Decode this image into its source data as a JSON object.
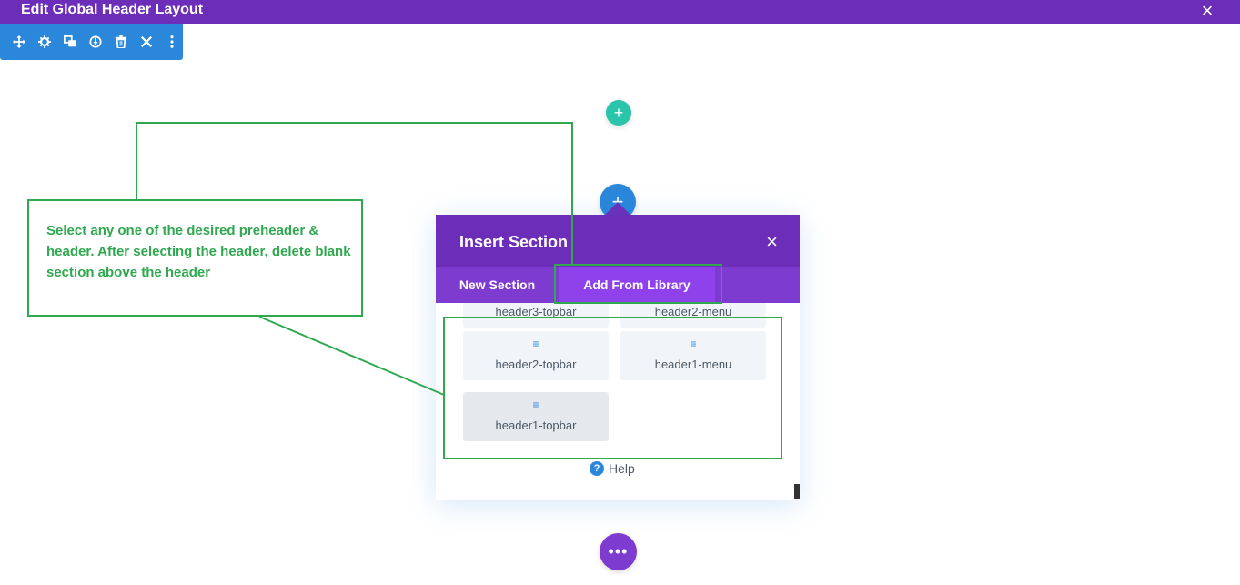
{
  "window": {
    "title": "Edit Global Header Layout",
    "close_icon": "×"
  },
  "section_toolbar": {
    "tools": [
      {
        "name": "move-icon"
      },
      {
        "name": "gear-icon"
      },
      {
        "name": "duplicate-icon"
      },
      {
        "name": "save-icon"
      },
      {
        "name": "trash-icon"
      },
      {
        "name": "close-icon"
      },
      {
        "name": "more-vertical-icon"
      }
    ]
  },
  "builder": {
    "add_row": "+",
    "add_section": "+",
    "more": "•••"
  },
  "modal": {
    "title": "Insert Section",
    "close_icon": "×",
    "tabs": [
      {
        "label": "New Section",
        "active": false
      },
      {
        "label": "Add From Library",
        "active": true
      }
    ],
    "library_items": [
      {
        "label": "header3-topbar"
      },
      {
        "label": "header2-menu"
      },
      {
        "label": "header2-topbar",
        "icon": "≡"
      },
      {
        "label": "header1-menu",
        "icon": "≡"
      },
      {
        "label": "header1-topbar",
        "icon": "≡"
      }
    ],
    "help_label": "Help",
    "help_icon": "?"
  },
  "annotation": {
    "text": "Select any one of the desired preheader & header. After selecting the header, delete blank section above the header"
  },
  "colors": {
    "brand_purple": "#6c2eb9",
    "tab_purple": "#7e3bd0",
    "active_tab": "#8f42ec",
    "toolbar_blue": "#2b87da",
    "add_row_green": "#29c4a9",
    "annotation_green": "#2fa84f"
  }
}
